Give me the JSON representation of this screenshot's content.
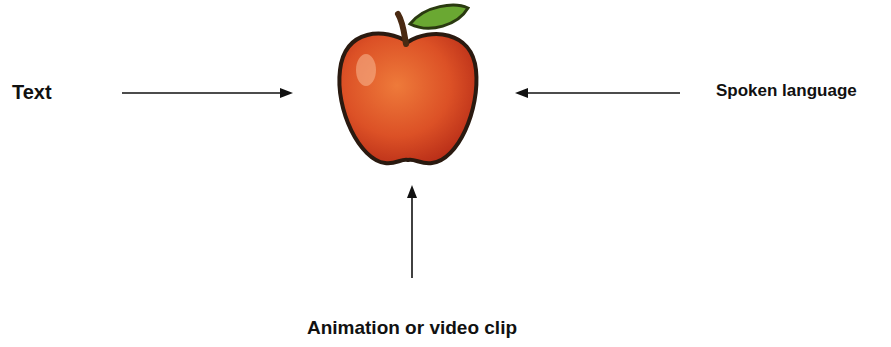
{
  "diagram": {
    "labels": [
      "Text",
      "Spoken language",
      "Animation or video clip"
    ]
  }
}
